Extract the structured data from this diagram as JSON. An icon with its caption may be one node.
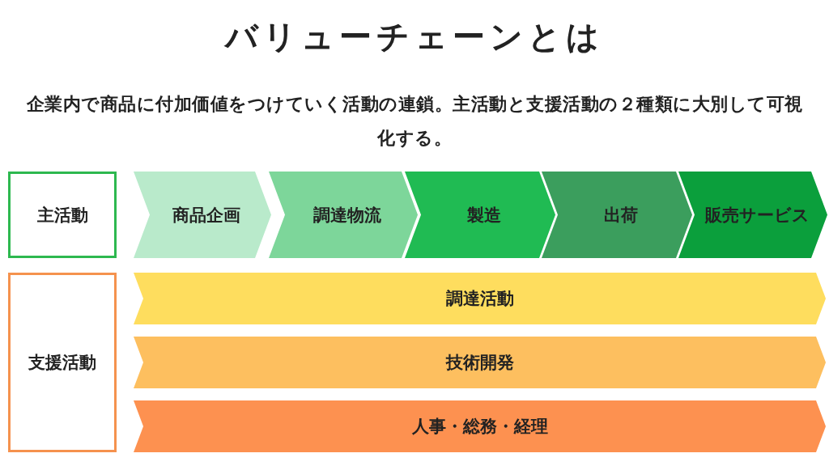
{
  "diagram": {
    "title": "バリューチェーンとは",
    "nodes": [
      {
        "text": [
          "主活動"
        ]
      },
      {
        "text": [
          "商品企画"
        ]
      },
      {
        "text": [
          "調達物流"
        ]
      },
      {
        "text": [
          "製造"
        ]
      },
      {
        "text": [
          "出荷"
        ]
      },
      {
        "text": [
          "販売サービス"
        ]
      },
      {
        "text": [
          "支援活動"
        ]
      },
      {
        "text": [
          "調達活動"
        ]
      },
      {
        "text": [
          "技術開発"
        ]
      },
      {
        "text": [
          "人事・総務・経理"
        ]
      }
    ],
    "labels": [
      "企業内で商品に付加価値をつけていく活動の連鎖。主活動と支援活動の２種類に大別して可視化する。"
    ]
  }
}
